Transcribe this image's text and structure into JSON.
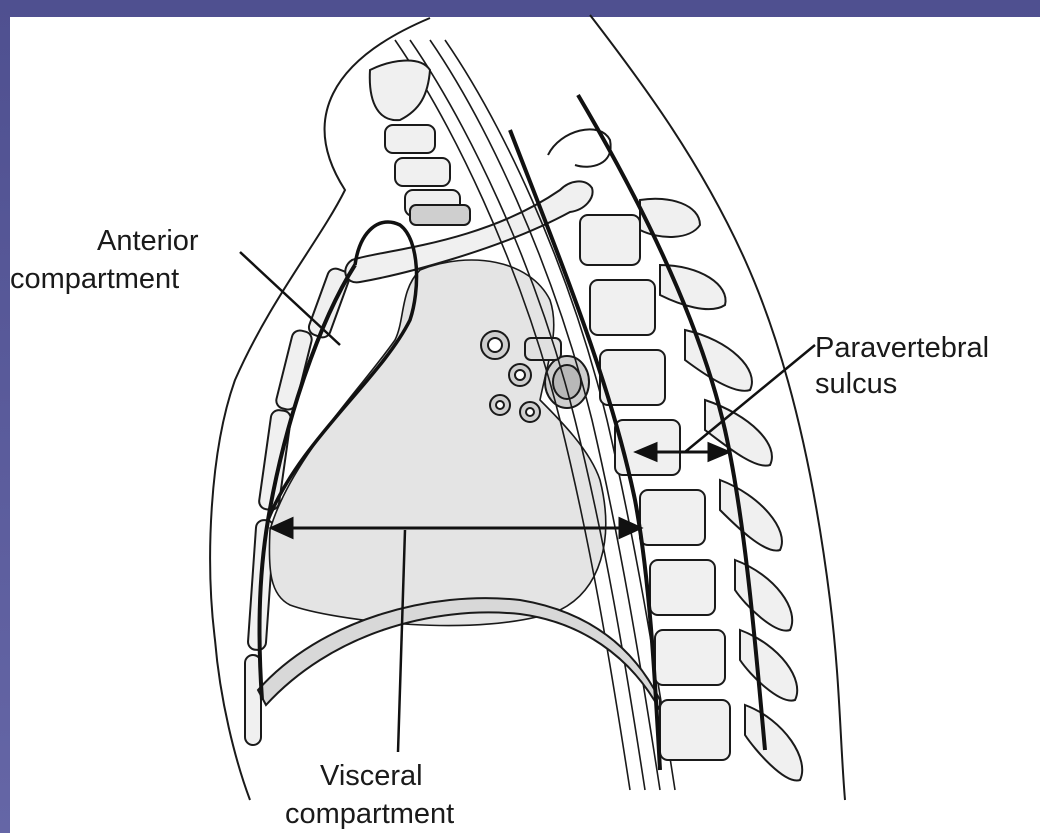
{
  "labels": {
    "anterior_line1": "Anterior",
    "anterior_line2": "compartment",
    "paravertebral_line1": "Paravertebral",
    "paravertebral_line2": "sulcus",
    "visceral_line1": "Visceral",
    "visceral_line2": "compartment"
  },
  "colors": {
    "frame": "#5b5c97",
    "background": "#ffffff",
    "ink": "#1a1a1a",
    "organ_fill": "#e4e4e4",
    "bone_fill": "#f0f0f0"
  }
}
